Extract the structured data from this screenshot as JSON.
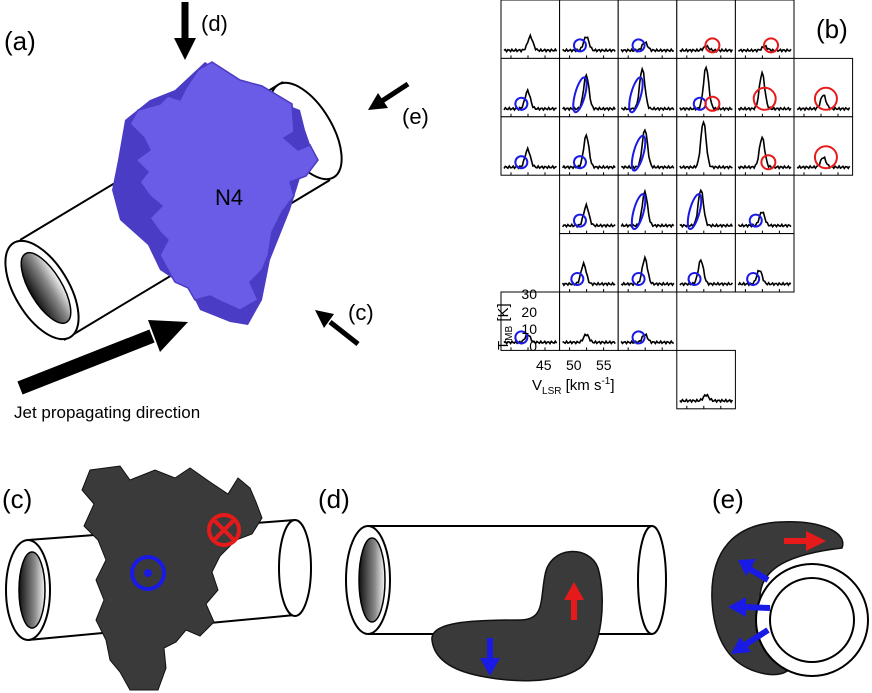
{
  "panel_labels": {
    "a": "(a)",
    "b": "(b)",
    "c": "(c)",
    "d": "(d)",
    "e": "(e)"
  },
  "arrow_labels": {
    "d": "(d)",
    "e": "(e)",
    "c": "(c)"
  },
  "cloud_label": "N4",
  "jet_label": "Jet propagating direction",
  "colors": {
    "cloud": "#6b5ce7",
    "cloud_dark": "#4a3cc4",
    "blue": "#1a1ae6",
    "red": "#e61a1a",
    "cloud_gray": "#3a3a3a"
  },
  "spectra_axes": {
    "ylabel_T": "T",
    "ylabel_sub": "MB",
    "ylabel_unit": " [K]",
    "xlabel_V": "V",
    "xlabel_sub": "LSR",
    "xlabel_unit": " [km s",
    "xlabel_exp": "-1",
    "xlabel_end": "]",
    "yticks": [
      "30",
      "20",
      "10",
      "0"
    ],
    "xticks": [
      "45",
      "50",
      "55"
    ]
  }
}
